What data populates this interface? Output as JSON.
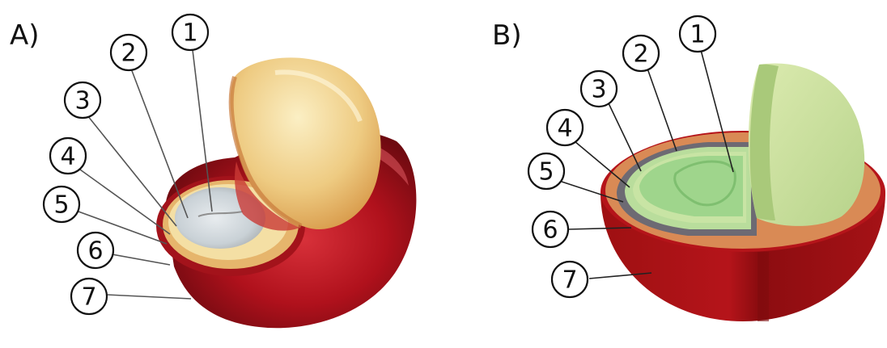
{
  "panels": [
    {
      "label": "A)",
      "kind": "photograph"
    },
    {
      "label": "B)",
      "kind": "illustration"
    }
  ],
  "callouts_a": [
    "1",
    "2",
    "3",
    "4",
    "5",
    "6",
    "7"
  ],
  "callouts_b": [
    "1",
    "2",
    "3",
    "4",
    "5",
    "6",
    "7"
  ],
  "colors": {
    "skin_red": "#b3121a",
    "pulp_orange": "#d98a55",
    "parchment_green": "#b9dd9c",
    "bean_green": "#9fd58c",
    "silver_skin": "#6d6a73",
    "bean_half": "#cfe3a0",
    "photo_bean": "#f0cf8a"
  }
}
